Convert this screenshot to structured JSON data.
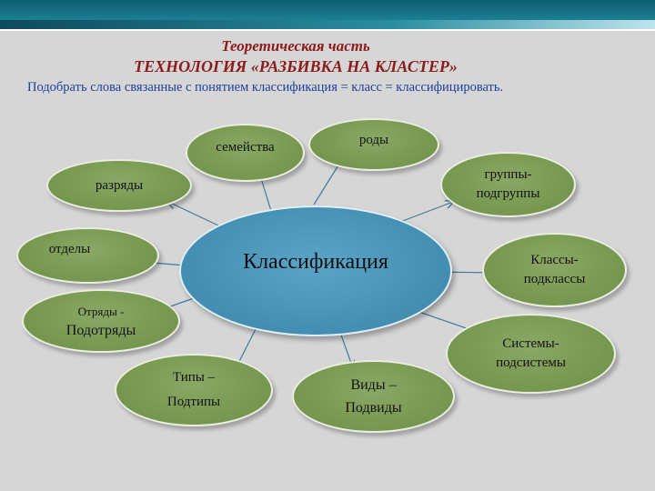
{
  "header": {
    "subtitle": "Теоретическая часть",
    "title": "ТЕХНОЛОГИЯ «РАЗБИВКА НА КЛАСТЕР»"
  },
  "task": "Подобрать слова связанные с понятием классификация = класс  = классифицировать.",
  "colors": {
    "accent_title": "#8c1b1b",
    "task_text": "#1f3f9a",
    "leaf_fill": "#7a9a52",
    "center_fill": "#4b94b8"
  },
  "center": {
    "label": "Классификация"
  },
  "nodes": {
    "semeystva": "семейства",
    "rody": "роды",
    "razryady": "разряды",
    "gruppy_1": "группы-",
    "gruppy_2": "подгруппы",
    "otdely": "отделы",
    "klassy_1": "Классы-",
    "klassy_2": "подклассы",
    "otryady_1": "Отряды -",
    "otryady_2": "Подотряды",
    "sistemy_1": "Системы-",
    "sistemy_2": "подсистемы",
    "tipy_1": "Типы –",
    "tipy_2": "Подтипы",
    "vidy_1": "Виды –",
    "vidy_2": "Подвиды"
  }
}
